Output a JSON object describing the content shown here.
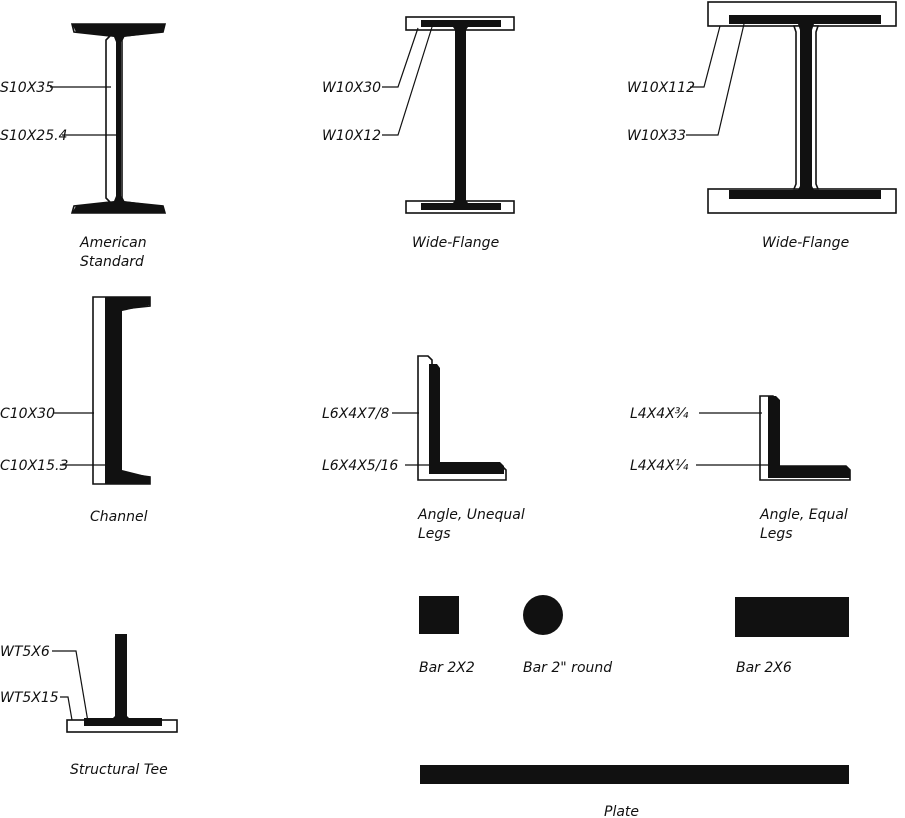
{
  "sections": {
    "american_standard": {
      "caption_line1": "American",
      "caption_line2": "Standard",
      "labels": [
        "S10X35",
        "S10X25.4"
      ]
    },
    "wide_flange_small": {
      "caption": "Wide-Flange",
      "labels": [
        "W10X30",
        "W10X12"
      ]
    },
    "wide_flange_large": {
      "caption": "Wide-Flange",
      "labels": [
        "W10X112",
        "W10X33"
      ]
    },
    "channel": {
      "caption": "Channel",
      "labels": [
        "C10X30",
        "C10X15.3"
      ]
    },
    "angle_unequal": {
      "caption_line1": "Angle, Unequal",
      "caption_line2": "Legs",
      "labels": [
        "L6X4X7/8",
        "L6X4X5/16"
      ]
    },
    "angle_equal": {
      "caption_line1": "Angle, Equal",
      "caption_line2": "Legs",
      "labels": [
        "L4X4X¾",
        "L4X4X¼"
      ]
    },
    "structural_tee": {
      "caption": "Structural Tee",
      "labels": [
        "WT5X6",
        "WT5X15"
      ]
    },
    "bars": {
      "square": "Bar 2X2",
      "round": "Bar 2\" round",
      "rect": "Bar 2X6"
    },
    "plate": {
      "caption": "Plate"
    }
  }
}
